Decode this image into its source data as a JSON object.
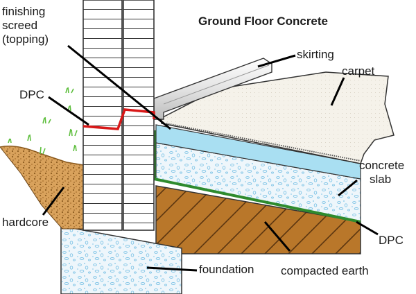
{
  "title": "Ground Floor Concrete",
  "labels": {
    "finishing_1": "finishing",
    "finishing_2": "screed",
    "finishing_3": "(topping)",
    "dpc_left": "DPC",
    "hardcore": "hardcore",
    "skirting": "skirting",
    "carpet": "carpet",
    "concrete_1": "concrete",
    "concrete_2": "slab",
    "dpc_right": "DPC",
    "compacted_earth": "compacted earth",
    "foundation": "foundation"
  },
  "colors": {
    "screed": "#a9dff2",
    "concrete": "#eef6fb",
    "concrete_speckle": "#7fc4e6",
    "earth": "#b9772a",
    "earth_hatch": "#5a3510",
    "hardcore": "#d9a25c",
    "dpc_red": "#d81818",
    "dpc_green": "#2e8b2e",
    "carpet": "#f5f2ea",
    "skirting": "#e9e9e9",
    "grass": "#5fbf3f",
    "leader": "#000000"
  }
}
